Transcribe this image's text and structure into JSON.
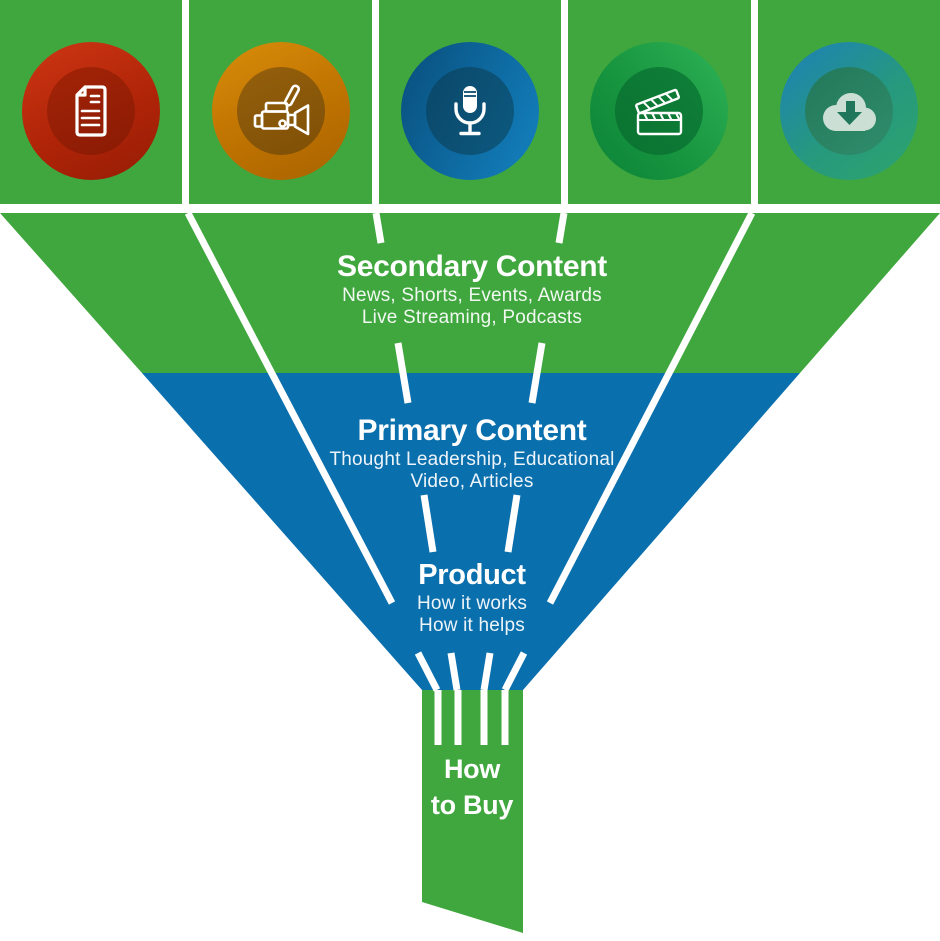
{
  "band": {
    "tiles": [
      {
        "icon": "document-icon",
        "badge_color": "#B02408",
        "tile_color": "#3FA73D"
      },
      {
        "icon": "movie-camera-icon",
        "badge_color": "#BD7100",
        "tile_color": "#3FA73D"
      },
      {
        "icon": "microphone-icon",
        "badge_color": "#0E6BA2",
        "tile_color": "#3FA73D"
      },
      {
        "icon": "clapperboard-icon",
        "badge_color": "#17953F",
        "tile_color": "#3FA73D"
      },
      {
        "icon": "cloud-download-icon",
        "badge_color": "#26997E",
        "tile_color": "#3FA73D"
      }
    ]
  },
  "funnel": {
    "colors": {
      "green": "#3FA73D",
      "blue": "#0A6FAD",
      "divider_lines": "#FFFFFF",
      "text": "#FFFFFF"
    },
    "stages": [
      {
        "title": "Secondary Content",
        "lines": [
          "News, Shorts, Events, Awards",
          "Live Streaming, Podcasts"
        ]
      },
      {
        "title": "Primary Content",
        "lines": [
          "Thought Leadership, Educational",
          "Video, Articles"
        ]
      },
      {
        "title": "Product",
        "lines": [
          "How it works",
          "How it helps"
        ]
      },
      {
        "title": "How to Buy",
        "display_lines": [
          "How",
          "to Buy"
        ]
      }
    ]
  }
}
